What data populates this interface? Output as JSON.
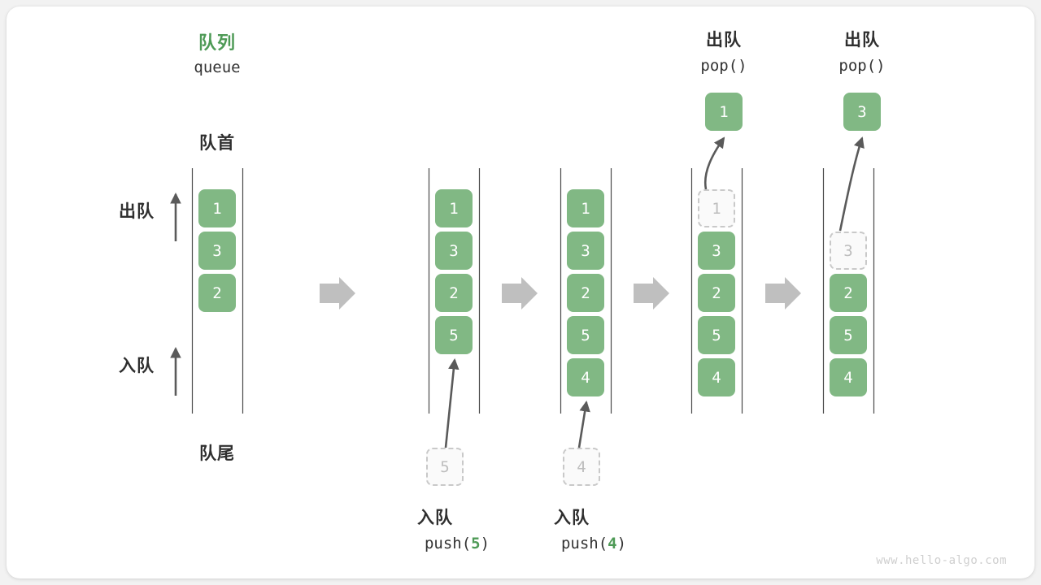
{
  "meta": {
    "watermark": "www.hello-algo.com",
    "green": "#81b884",
    "title_green": "#4e9a56",
    "ghost_gray": "#bdbdbd",
    "arrow_gray": "#5a5a5a",
    "flow_gray": "#bfbfbf"
  },
  "header": {
    "title_zh": "队列",
    "title_en": "queue"
  },
  "side_labels": {
    "front": "队首",
    "rear": "队尾",
    "pop": "出队",
    "push": "入队"
  },
  "op_labels": [
    {
      "zh": "入队",
      "fn_pre": "push(",
      "fn_arg": "5",
      "fn_post": ")",
      "ghost": "5"
    },
    {
      "zh": "入队",
      "fn_pre": "push(",
      "fn_arg": "4",
      "fn_post": ")",
      "ghost": "4"
    }
  ],
  "pop_labels": [
    {
      "zh": "出队",
      "fn": "pop()",
      "value": "1"
    },
    {
      "zh": "出队",
      "fn": "pop()",
      "value": "3"
    }
  ],
  "columns": [
    {
      "name": "initial",
      "cells": [
        {
          "v": "1",
          "state": "filled"
        },
        {
          "v": "3",
          "state": "filled"
        },
        {
          "v": "2",
          "state": "filled"
        }
      ]
    },
    {
      "name": "after-push-5",
      "cells": [
        {
          "v": "1",
          "state": "filled"
        },
        {
          "v": "3",
          "state": "filled"
        },
        {
          "v": "2",
          "state": "filled"
        },
        {
          "v": "5",
          "state": "filled"
        }
      ]
    },
    {
      "name": "after-push-4",
      "cells": [
        {
          "v": "1",
          "state": "filled"
        },
        {
          "v": "3",
          "state": "filled"
        },
        {
          "v": "2",
          "state": "filled"
        },
        {
          "v": "5",
          "state": "filled"
        },
        {
          "v": "4",
          "state": "filled"
        }
      ]
    },
    {
      "name": "after-pop-1",
      "cells": [
        {
          "v": "1",
          "state": "ghost"
        },
        {
          "v": "3",
          "state": "filled"
        },
        {
          "v": "2",
          "state": "filled"
        },
        {
          "v": "5",
          "state": "filled"
        },
        {
          "v": "4",
          "state": "filled"
        }
      ]
    },
    {
      "name": "after-pop-3",
      "cells": [
        {
          "v": "",
          "state": "empty"
        },
        {
          "v": "3",
          "state": "ghost"
        },
        {
          "v": "2",
          "state": "filled"
        },
        {
          "v": "5",
          "state": "filled"
        },
        {
          "v": "4",
          "state": "filled"
        }
      ]
    }
  ]
}
